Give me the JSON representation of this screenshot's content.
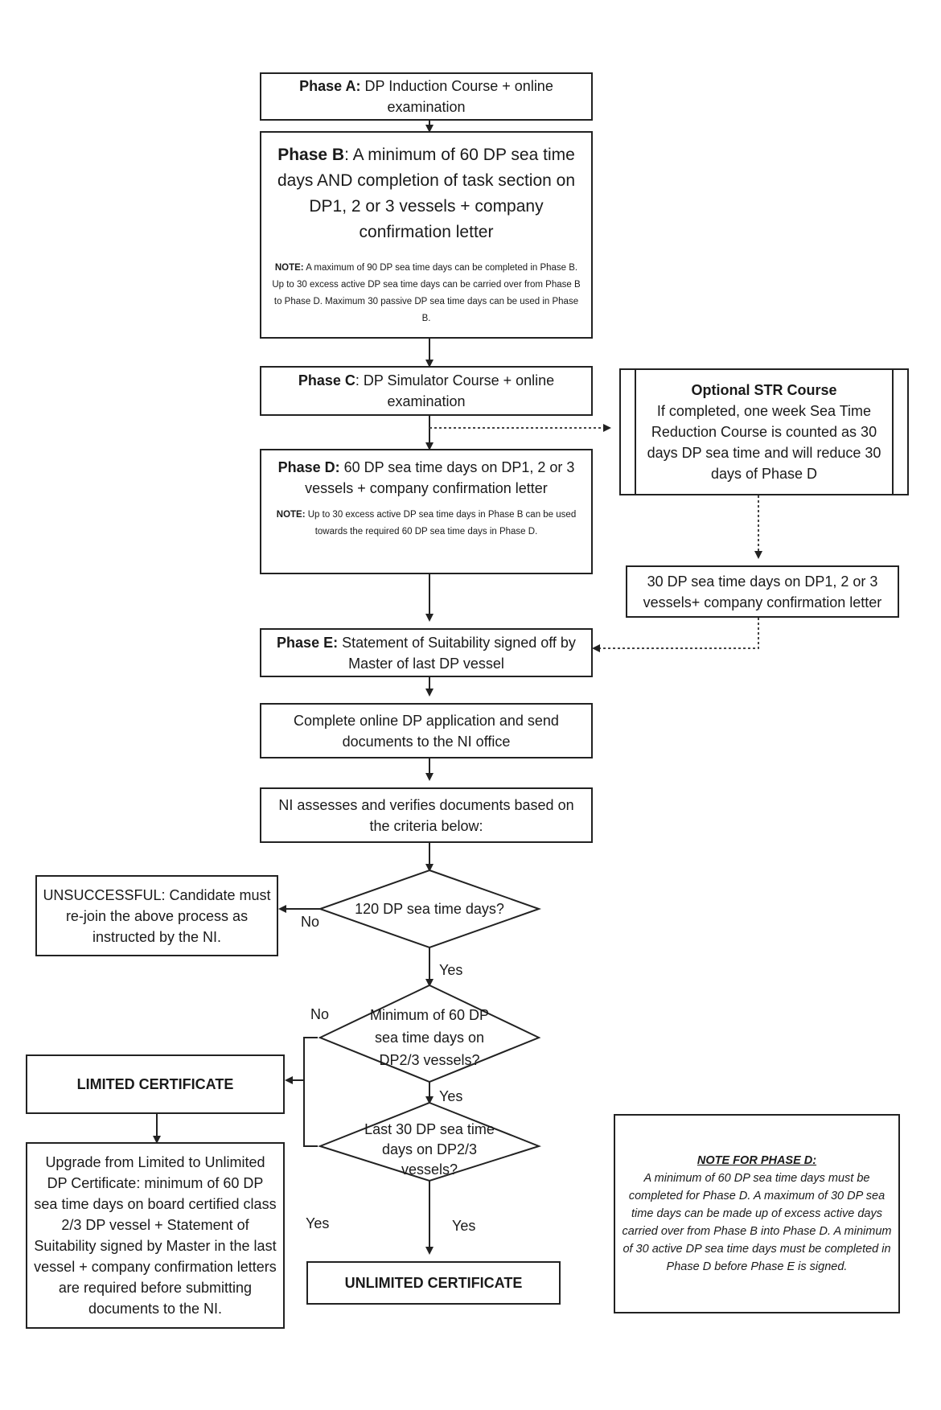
{
  "phase_a": {
    "lead": "Phase A:",
    "text": " DP Induction Course + online examination"
  },
  "phase_b": {
    "lead": "Phase B",
    "text": ": A minimum of 60 DP sea time days AND completion of task section on DP1, 2 or 3 vessels + company confirmation letter",
    "note_lead": "NOTE:",
    "note_text": " A maximum of 90 DP sea time days can be completed in Phase B. Up to 30 excess active DP sea time days can be carried over from Phase B to Phase D. Maximum 30 passive DP sea time days can be used in Phase B."
  },
  "phase_c": {
    "lead": "Phase C",
    "text": ": DP Simulator Course + online examination"
  },
  "optional_str": {
    "title": "Optional STR Course",
    "text": "If completed, one week Sea Time Reduction Course is counted as 30 days DP sea time and will reduce 30 days of Phase D"
  },
  "phase_d": {
    "lead": "Phase D:",
    "text": " 60 DP sea time days on DP1, 2 or 3 vessels + company confirmation letter",
    "note_lead": "NOTE:",
    "note_text": " Up to 30 excess active DP sea time days in Phase B can be used towards the required 60 DP sea time days in Phase D."
  },
  "str_30_days": {
    "text": "30 DP sea time days on DP1, 2 or 3 vessels+ company confirmation letter"
  },
  "phase_e": {
    "lead": "Phase E:",
    "text": " Statement of Suitability signed off  by Master of last DP vessel"
  },
  "apply": {
    "text": "Complete online DP application and send documents to the NI office"
  },
  "assess": {
    "text": "NI assesses and verifies documents based on the criteria below:"
  },
  "decision_120": {
    "text": "120 DP sea time days?"
  },
  "unsuccessful": {
    "text": "UNSUCCESSFUL: Candidate must re-join the above process as instructed by the NI."
  },
  "decision_60": {
    "text": "Minimum of 60 DP sea time days on DP2/3 vessels?"
  },
  "decision_last30": {
    "text": "Last 30 DP sea time days on DP2/3 vessels?"
  },
  "limited": {
    "text": "LIMITED CERTIFICATE"
  },
  "upgrade": {
    "text": "Upgrade from Limited to Unlimited DP Certificate: minimum of 60 DP sea time days on board certified class 2/3 DP vessel + Statement of Suitability signed by Master in the last vessel + company confirmation letters are required before submitting documents to the NI."
  },
  "unlimited": {
    "text": "UNLIMITED CERTIFICATE"
  },
  "note_phase_d": {
    "title": "NOTE FOR PHASE D:",
    "text": "A minimum of 60 DP sea time days must be completed for Phase D. A maximum of 30 DP sea time days can be made up of excess active days carried over from Phase B into Phase D. A minimum of 30 active DP sea time days must be completed in Phase D before Phase E is signed."
  },
  "labels": {
    "no": "No",
    "yes": "Yes"
  }
}
